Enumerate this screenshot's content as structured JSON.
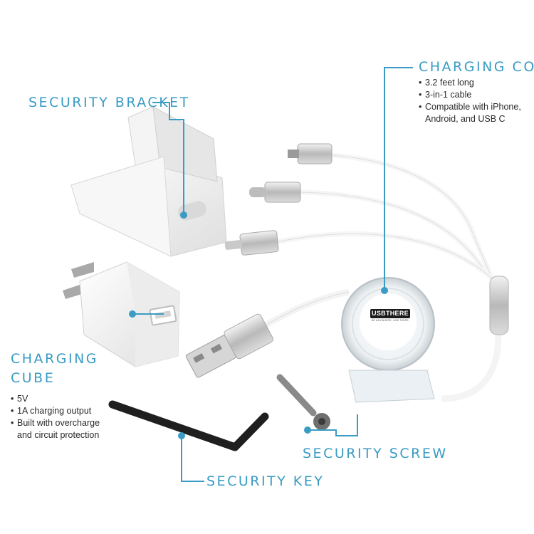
{
  "colors": {
    "accent": "#3a9cc4",
    "text": "#2a2a2a",
    "background": "#ffffff"
  },
  "labels": {
    "charging_cord": {
      "title": "CHARGING CORD",
      "bullets": [
        "3.2 feet long",
        "3-in-1 cable",
        "Compatible with iPhone, Android, and USB C"
      ]
    },
    "security_bracket": {
      "title": "SECURITY BRACKET"
    },
    "charging_cube": {
      "title_line1": "CHARGING",
      "title_line2": "CUBE",
      "bullets": [
        "5V",
        "1A charging output",
        "Built with overcharge and circuit protection"
      ]
    },
    "security_screw": {
      "title": "SECURITY SCREW"
    },
    "security_key": {
      "title": "SECURITY KEY"
    }
  },
  "reel_brand": {
    "logo_text": "USBTHERE",
    "tagline": "BE ANYWHERE, USB THERE"
  }
}
